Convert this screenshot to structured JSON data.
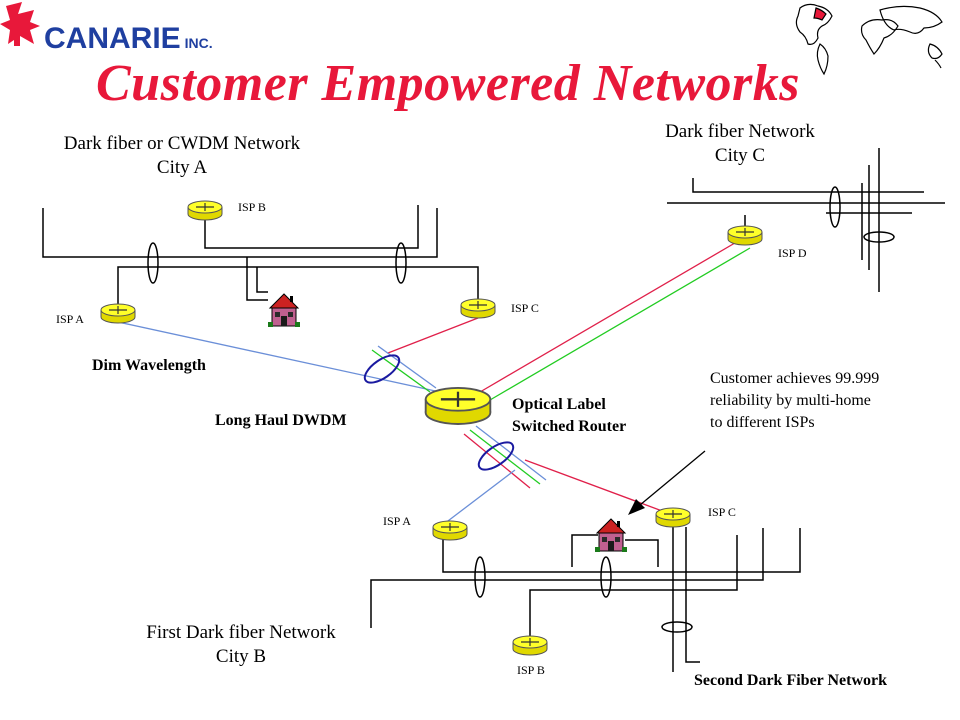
{
  "logo": {
    "name": "CANARIE",
    "suffix": "INC."
  },
  "title": "Customer Empowered Networks",
  "networks": {
    "city_a_line1": "Dark fiber or CWDM Network",
    "city_a_line2": "City A",
    "city_c_line1": "Dark fiber Network",
    "city_c_line2": "City C",
    "city_b_line1": "First Dark fiber Network",
    "city_b_line2": "City B",
    "second": "Second Dark Fiber Network"
  },
  "labels": {
    "dim_wavelength": "Dim Wavelength",
    "long_haul": "Long Haul DWDM",
    "olsr_line1": "Optical Label",
    "olsr_line2": "Switched Router"
  },
  "isps": {
    "a_top": "ISP A",
    "b_top": "ISP B",
    "c_top": "ISP C",
    "d": "ISP D",
    "a_bottom": "ISP A",
    "b_bottom": "ISP B",
    "c_bottom": "ISP C"
  },
  "note": {
    "line1": "Customer achieves 99.999",
    "line2": "reliability by multi-home",
    "line3": "to different ISPs"
  },
  "colors": {
    "title": "#e8183a",
    "router": "#ffff00",
    "blue_link": "#6b8fd8",
    "red_link": "#e0204a",
    "green_link": "#22cc22"
  }
}
